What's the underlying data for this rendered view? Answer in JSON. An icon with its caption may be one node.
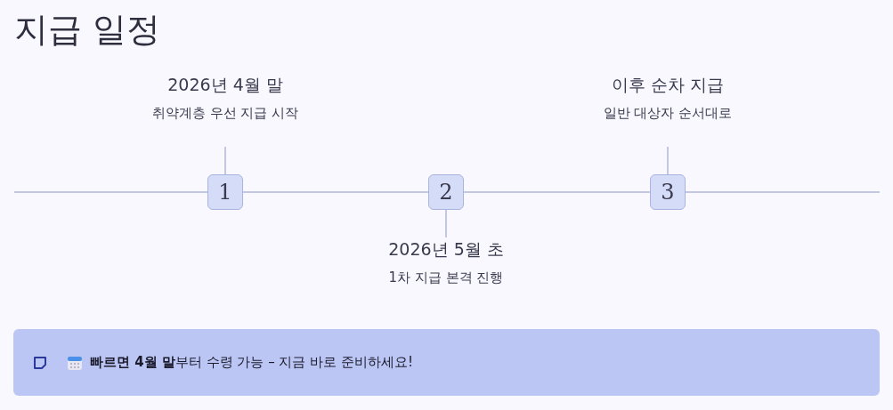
{
  "diagram": {
    "title": "지급 일정",
    "nodes": [
      {
        "text": [
          "1"
        ]
      },
      {
        "text": [
          "2"
        ]
      },
      {
        "text": [
          "3"
        ]
      },
      {
        "text": [
          "2026년 4월 말",
          "취약계층 우선 지급 시작"
        ]
      },
      {
        "text": [
          "2026년 5월 초",
          "1차 지급 본격 진행"
        ]
      },
      {
        "text": [
          "이후 순차 지급",
          "일반 대상자 순서대로"
        ]
      },
      {
        "text": [
          "**빠르면 4월 말**부터 수령 가능 – 지금 바로 준비하세요!"
        ]
      }
    ],
    "edges": [
      {
        "from": null,
        "to": 0,
        "arrow": "none"
      },
      {
        "from": 0,
        "to": 1,
        "arrow": "none"
      },
      {
        "from": 1,
        "to": 2,
        "arrow": "none"
      },
      {
        "from": 2,
        "to": null,
        "arrow": "none"
      },
      {
        "from": 0,
        "to": 3,
        "arrow": "none"
      },
      {
        "from": 1,
        "to": 4,
        "arrow": "none"
      },
      {
        "from": 2,
        "to": 5,
        "arrow": "none"
      }
    ]
  }
}
